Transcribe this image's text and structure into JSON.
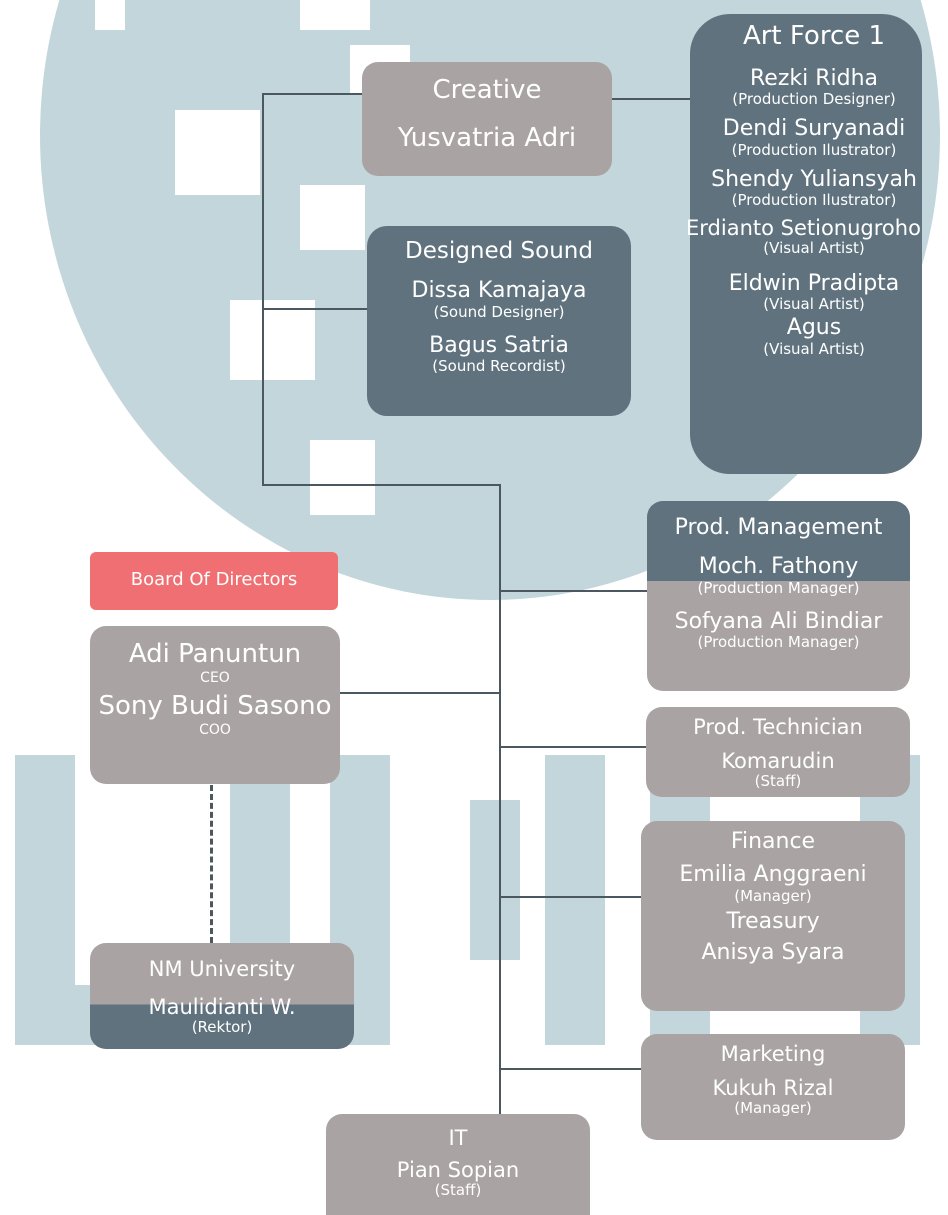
{
  "colors": {
    "watermark": "#c3d6dc",
    "box_gray": "#a9a3a4",
    "box_dark": "#5f727e",
    "board_red": "#ef6f72",
    "connector": "#4c5860",
    "text": "#ffffff"
  },
  "board": {
    "label": "Board Of Directors"
  },
  "executives": {
    "ceo_name": "Adi Panuntun",
    "ceo_title": "CEO",
    "coo_name": "Sony Budi Sasono",
    "coo_title": "COO"
  },
  "university": {
    "title": "NM University",
    "name": "Maulidianti W.",
    "role": "(Rektor)"
  },
  "creative": {
    "title": "Creative",
    "name": "Yusvatria Adri"
  },
  "art_force": {
    "title": "Art Force 1",
    "members": [
      {
        "name": "Rezki Ridha",
        "role": "(Production Designer)"
      },
      {
        "name": "Dendi Suryanadi",
        "role": "(Production Ilustrator)"
      },
      {
        "name": "Shendy Yuliansyah",
        "role": "(Production Ilustrator)"
      },
      {
        "name": "Erdianto Setionugroho",
        "role": "(Visual Artist)"
      },
      {
        "name": "Eldwin Pradipta",
        "role": "(Visual Artist)"
      },
      {
        "name": "Agus",
        "role": "(Visual Artist)"
      }
    ]
  },
  "sound": {
    "title": "Designed Sound",
    "members": [
      {
        "name": "Dissa Kamajaya",
        "role": "(Sound Designer)"
      },
      {
        "name": "Bagus Satria",
        "role": "(Sound Recordist)"
      }
    ]
  },
  "prod_management": {
    "title": "Prod. Management",
    "members": [
      {
        "name": "Moch. Fathony",
        "role": "(Production Manager)"
      },
      {
        "name": "Sofyana Ali Bindiar",
        "role": "(Production Manager)"
      }
    ]
  },
  "prod_technician": {
    "title": "Prod. Technician",
    "name": "Komarudin",
    "role": "(Staff)"
  },
  "finance": {
    "title": "Finance",
    "name": "Emilia Anggraeni",
    "role": "(Manager)",
    "sub_title": "Treasury",
    "sub_name": "Anisya Syara"
  },
  "marketing": {
    "title": "Marketing",
    "name": "Kukuh Rizal",
    "role": "(Manager)"
  },
  "it": {
    "title": "IT",
    "name": "Pian Sopian",
    "role": "(Staff)"
  }
}
